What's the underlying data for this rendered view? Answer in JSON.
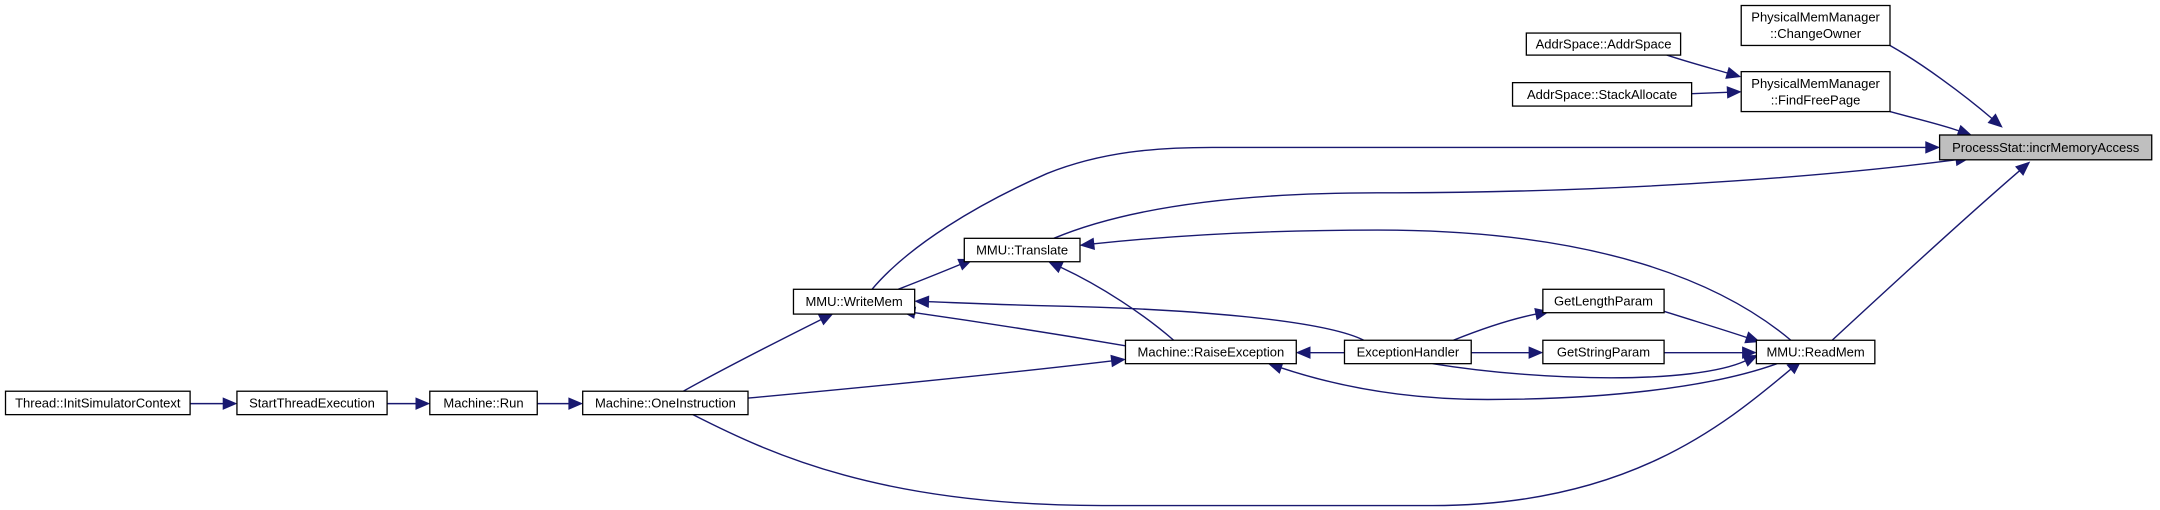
{
  "graph": {
    "title": "",
    "colors": {
      "edge": "#191970",
      "root_fill": "#bfbfbf",
      "node_fill": "#ffffff",
      "border": "#000000"
    },
    "nodes": {
      "root": {
        "lines": [
          "ProcessStat::incrMemoryAccess"
        ]
      },
      "changeOwner": {
        "lines": [
          "PhysicalMemManager",
          "::ChangeOwner"
        ]
      },
      "findFreePage": {
        "lines": [
          "PhysicalMemManager",
          "::FindFreePage"
        ]
      },
      "addrSpace": {
        "lines": [
          "AddrSpace::AddrSpace"
        ]
      },
      "stackAllocate": {
        "lines": [
          "AddrSpace::StackAllocate"
        ]
      },
      "translate": {
        "lines": [
          "MMU::Translate"
        ]
      },
      "writeMem": {
        "lines": [
          "MMU::WriteMem"
        ]
      },
      "raiseException": {
        "lines": [
          "Machine::RaiseException"
        ]
      },
      "exceptionHandler": {
        "lines": [
          "ExceptionHandler"
        ]
      },
      "getLengthParam": {
        "lines": [
          "GetLengthParam"
        ]
      },
      "getStringParam": {
        "lines": [
          "GetStringParam"
        ]
      },
      "readMem": {
        "lines": [
          "MMU::ReadMem"
        ]
      },
      "oneInstruction": {
        "lines": [
          "Machine::OneInstruction"
        ]
      },
      "run": {
        "lines": [
          "Machine::Run"
        ]
      },
      "startThread": {
        "lines": [
          "StartThreadExecution"
        ]
      },
      "initSim": {
        "lines": [
          "Thread::InitSimulatorContext"
        ]
      }
    },
    "edges": [
      {
        "from": "changeOwner",
        "to": "root"
      },
      {
        "from": "findFreePage",
        "to": "root"
      },
      {
        "from": "writeMem",
        "to": "root"
      },
      {
        "from": "translate",
        "to": "root"
      },
      {
        "from": "readMem",
        "to": "root"
      },
      {
        "from": "addrSpace",
        "to": "findFreePage"
      },
      {
        "from": "stackAllocate",
        "to": "findFreePage"
      },
      {
        "from": "writeMem",
        "to": "translate"
      },
      {
        "from": "raiseException",
        "to": "translate"
      },
      {
        "from": "readMem",
        "to": "translate"
      },
      {
        "from": "oneInstruction",
        "to": "writeMem"
      },
      {
        "from": "raiseException",
        "to": "writeMem"
      },
      {
        "from": "exceptionHandler",
        "to": "writeMem"
      },
      {
        "from": "exceptionHandler",
        "to": "raiseException"
      },
      {
        "from": "oneInstruction",
        "to": "raiseException"
      },
      {
        "from": "readMem",
        "to": "raiseException"
      },
      {
        "from": "exceptionHandler",
        "to": "getLengthParam"
      },
      {
        "from": "exceptionHandler",
        "to": "getStringParam"
      },
      {
        "from": "getLengthParam",
        "to": "readMem"
      },
      {
        "from": "getStringParam",
        "to": "readMem"
      },
      {
        "from": "exceptionHandler",
        "to": "readMem"
      },
      {
        "from": "oneInstruction",
        "to": "readMem"
      },
      {
        "from": "run",
        "to": "oneInstruction"
      },
      {
        "from": "startThread",
        "to": "run"
      },
      {
        "from": "initSim",
        "to": "startThread"
      }
    ]
  }
}
